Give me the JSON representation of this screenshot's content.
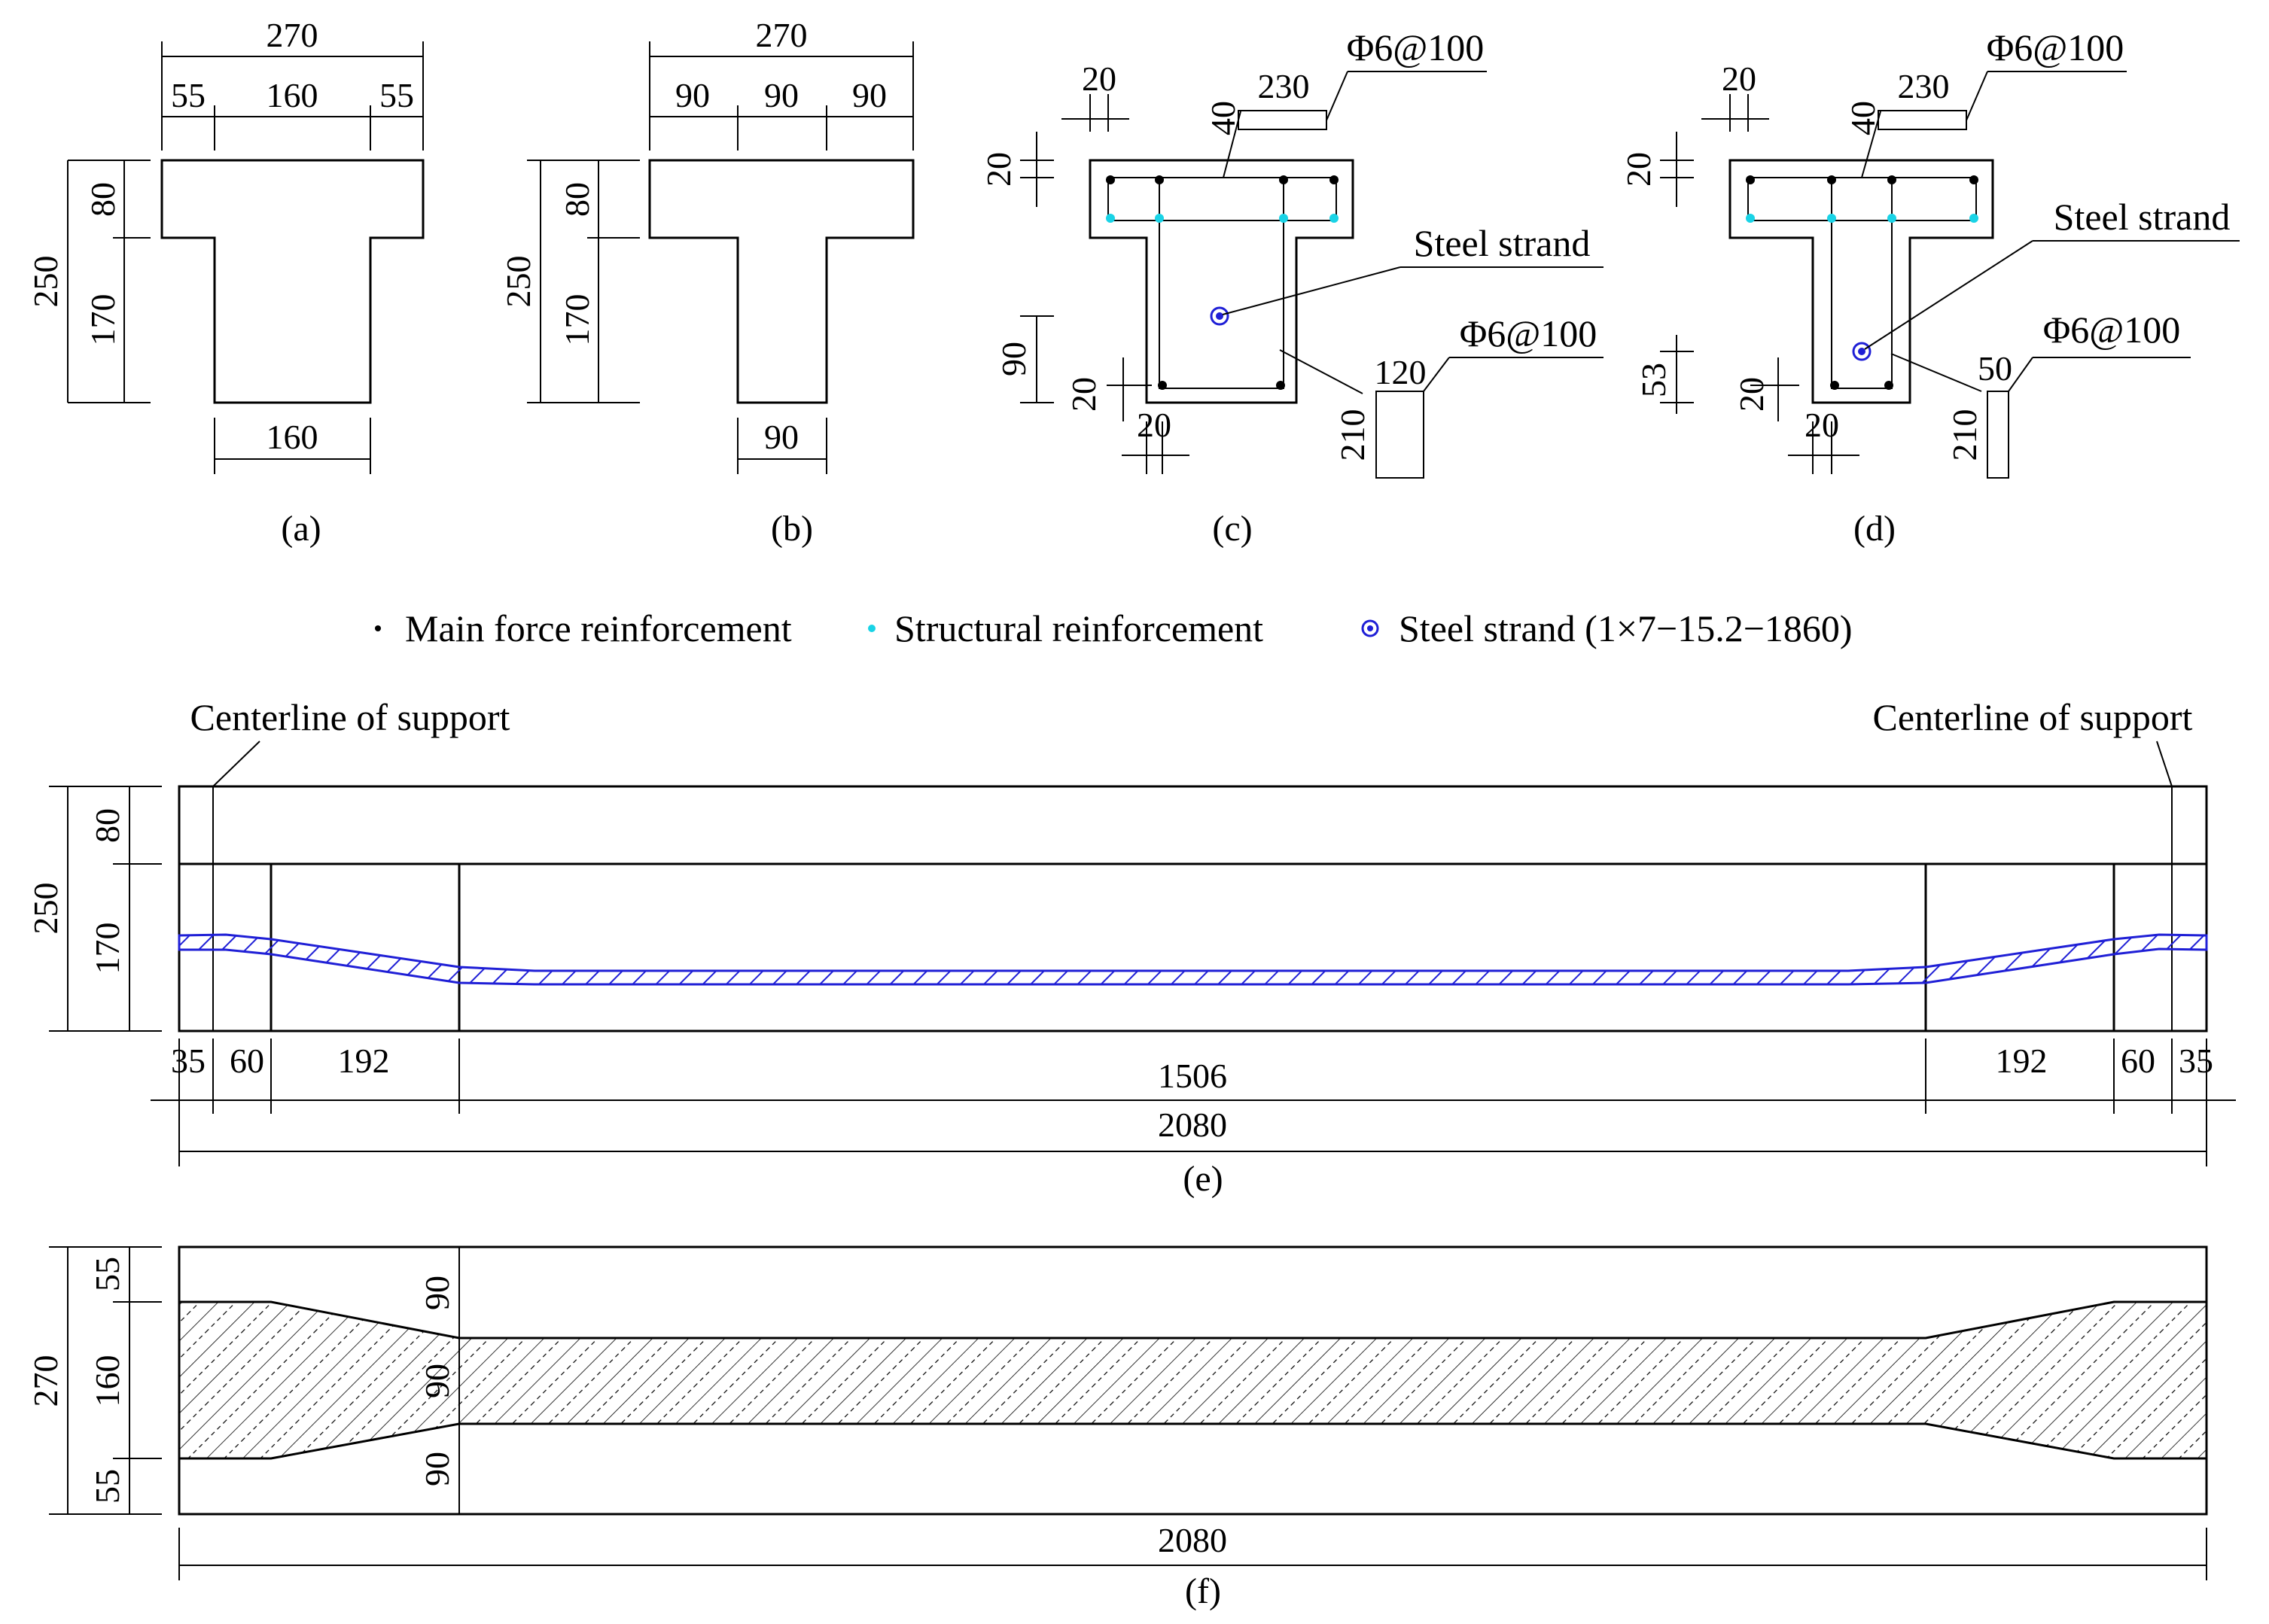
{
  "colors": {
    "main_reinforcement": "#000000",
    "structural_reinforcement": "#19d3e6",
    "steel_strand": "#1f1fd6",
    "hatch": "#000000"
  },
  "panel_a": {
    "caption": "(a)",
    "dims": {
      "top_total": "270",
      "top_left": "55",
      "top_mid": "160",
      "top_right": "55",
      "height_total": "250",
      "flange": "80",
      "web": "170",
      "bottom": "160"
    }
  },
  "panel_b": {
    "caption": "(b)",
    "dims": {
      "top_total": "270",
      "top_left": "90",
      "top_mid": "90",
      "top_right": "90",
      "height_total": "250",
      "flange": "80",
      "web": "170",
      "bottom": "90"
    }
  },
  "panel_c": {
    "caption": "(c)",
    "stirrup_top_label": "Φ6@100",
    "stirrup_top_width": "230",
    "stirrup_top_height": "40",
    "cover_top_h": "20",
    "cover_top_v": "20",
    "strand_label": "Steel strand",
    "strand_height": "90",
    "cover_bottom_v": "20",
    "cover_bottom_h": "20",
    "stirrup_web_label": "Φ6@100",
    "stirrup_web_width": "120",
    "stirrup_web_height": "210"
  },
  "panel_d": {
    "caption": "(d)",
    "stirrup_top_label": "Φ6@100",
    "stirrup_top_width": "230",
    "stirrup_top_height": "40",
    "cover_top_h": "20",
    "cover_top_v": "20",
    "strand_label": "Steel strand",
    "strand_height": "53",
    "cover_bottom_v": "20",
    "cover_bottom_h": "20",
    "stirrup_web_label": "Φ6@100",
    "stirrup_web_width": "50",
    "stirrup_web_height": "210"
  },
  "legend": {
    "main": "Main force reinforcement",
    "structural": "Structural reinforcement",
    "strand": "Steel strand (1×7−15.2−1860)"
  },
  "panel_e": {
    "caption": "(e)",
    "support_left": "Centerline of support",
    "support_right": "Centerline of support",
    "height_total": "250",
    "flange": "80",
    "web": "170",
    "segments": [
      "35",
      "60",
      "192",
      "1506",
      "192",
      "60",
      "35"
    ],
    "total": "2080"
  },
  "panel_f": {
    "caption": "(f)",
    "width_total": "270",
    "top": "55",
    "mid": "160",
    "bottom": "55",
    "web_top": "90",
    "web_mid": "90",
    "web_bottom": "90",
    "total": "2080"
  }
}
